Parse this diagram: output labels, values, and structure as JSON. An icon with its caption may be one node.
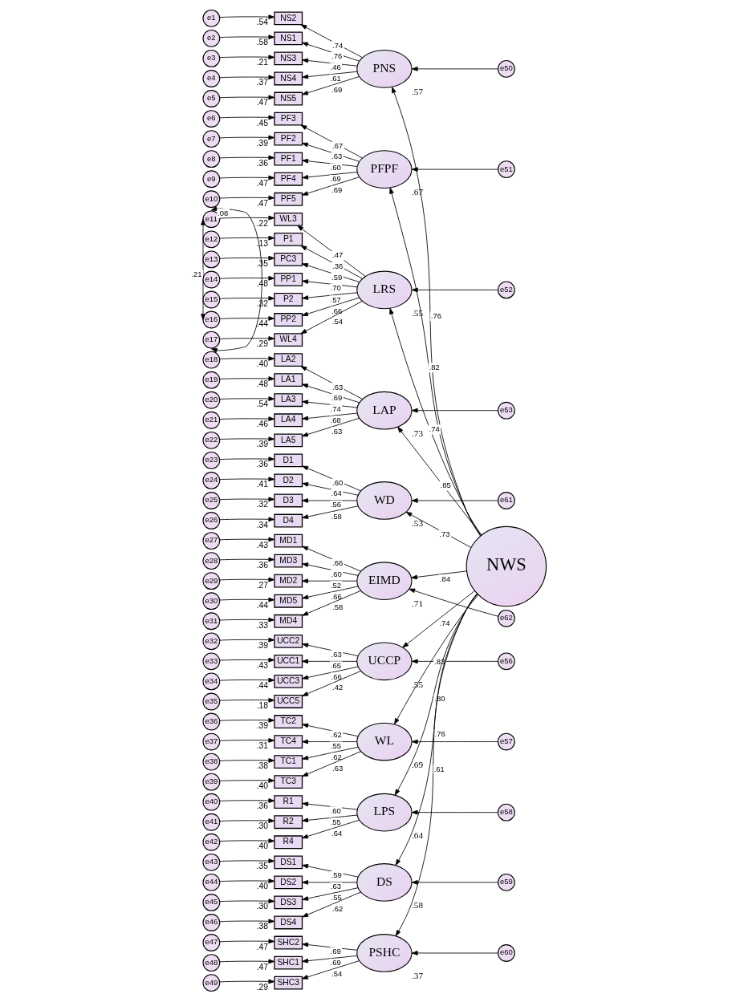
{
  "diagram": {
    "nodes": [
      {
        "text": [
          "e1"
        ]
      },
      {
        "text": [
          "e2"
        ]
      },
      {
        "text": [
          "e3"
        ]
      },
      {
        "text": [
          "e4"
        ]
      },
      {
        "text": [
          "e5"
        ]
      },
      {
        "text": [
          "NS2"
        ],
        "beside": [
          ".54"
        ]
      },
      {
        "text": [
          "NS1"
        ],
        "beside": [
          ".58"
        ]
      },
      {
        "text": [
          "NS3"
        ],
        "beside": [
          ".21"
        ]
      },
      {
        "text": [
          "NS4"
        ],
        "beside": [
          ".37"
        ]
      },
      {
        "text": [
          "NS5"
        ],
        "beside": [
          ".47"
        ]
      },
      {
        "text": [
          "e50"
        ]
      },
      {
        "text": [
          "PNS"
        ],
        "beside": [
          ".57"
        ]
      },
      {
        "text": [
          "e6"
        ]
      },
      {
        "text": [
          "e7"
        ]
      },
      {
        "text": [
          "e8"
        ]
      },
      {
        "text": [
          "e9"
        ]
      },
      {
        "text": [
          "e10"
        ]
      },
      {
        "text": [
          "PF3"
        ],
        "beside": [
          ".45"
        ]
      },
      {
        "text": [
          "PF2"
        ],
        "beside": [
          ".39"
        ]
      },
      {
        "text": [
          "PF1"
        ],
        "beside": [
          ".36"
        ]
      },
      {
        "text": [
          "PF4"
        ],
        "beside": [
          ".47"
        ]
      },
      {
        "text": [
          "PF5"
        ],
        "beside": [
          ".47"
        ]
      },
      {
        "text": [
          "e51"
        ]
      },
      {
        "text": [
          "PFPF"
        ],
        "beside": [
          ".67"
        ]
      },
      {
        "text": [
          "e11"
        ]
      },
      {
        "text": [
          "e12"
        ]
      },
      {
        "text": [
          "e13"
        ]
      },
      {
        "text": [
          "e14"
        ]
      },
      {
        "text": [
          "e15"
        ]
      },
      {
        "text": [
          "e16"
        ]
      },
      {
        "text": [
          "e17"
        ]
      },
      {
        "text": [
          "WL3"
        ],
        "beside": [
          ".22"
        ]
      },
      {
        "text": [
          "P1"
        ],
        "beside": [
          ".13"
        ]
      },
      {
        "text": [
          "PC3"
        ],
        "beside": [
          ".35"
        ]
      },
      {
        "text": [
          "PP1"
        ],
        "beside": [
          ".48"
        ]
      },
      {
        "text": [
          "P2"
        ],
        "beside": [
          ".32"
        ]
      },
      {
        "text": [
          "PP2"
        ],
        "beside": [
          ".44"
        ]
      },
      {
        "text": [
          "WL4"
        ],
        "beside": [
          ".29"
        ]
      },
      {
        "text": [
          "e52"
        ]
      },
      {
        "text": [
          "LRS"
        ],
        "beside": [
          ".55"
        ]
      },
      {
        "text": [
          "e18"
        ]
      },
      {
        "text": [
          "e19"
        ]
      },
      {
        "text": [
          "e20"
        ]
      },
      {
        "text": [
          "e21"
        ]
      },
      {
        "text": [
          "e22"
        ]
      },
      {
        "text": [
          "LA2"
        ],
        "beside": [
          ".40"
        ]
      },
      {
        "text": [
          "LA1"
        ],
        "beside": [
          ".48"
        ]
      },
      {
        "text": [
          "LA3"
        ],
        "beside": [
          ".54"
        ]
      },
      {
        "text": [
          "LA4"
        ],
        "beside": [
          ".46"
        ]
      },
      {
        "text": [
          "LA5"
        ],
        "beside": [
          ".39"
        ]
      },
      {
        "text": [
          "e53"
        ]
      },
      {
        "text": [
          "LAP"
        ],
        "beside": [
          ".73"
        ]
      },
      {
        "text": [
          "e23"
        ]
      },
      {
        "text": [
          "e24"
        ]
      },
      {
        "text": [
          "e25"
        ]
      },
      {
        "text": [
          "e26"
        ]
      },
      {
        "text": [
          "D1"
        ],
        "beside": [
          ".36"
        ]
      },
      {
        "text": [
          "D2"
        ],
        "beside": [
          ".41"
        ]
      },
      {
        "text": [
          "D3"
        ],
        "beside": [
          ".32"
        ]
      },
      {
        "text": [
          "D4"
        ],
        "beside": [
          ".34"
        ]
      },
      {
        "text": [
          "e61"
        ]
      },
      {
        "text": [
          "WD"
        ],
        "beside": [
          ".53"
        ]
      },
      {
        "text": [
          "e27"
        ]
      },
      {
        "text": [
          "e28"
        ]
      },
      {
        "text": [
          "e29"
        ]
      },
      {
        "text": [
          "e30"
        ]
      },
      {
        "text": [
          "e31"
        ]
      },
      {
        "text": [
          "MD1"
        ],
        "beside": [
          ".43"
        ]
      },
      {
        "text": [
          "MD3"
        ],
        "beside": [
          ".36"
        ]
      },
      {
        "text": [
          "MD2"
        ],
        "beside": [
          ".27"
        ]
      },
      {
        "text": [
          "MD5"
        ],
        "beside": [
          ".44"
        ]
      },
      {
        "text": [
          "MD4"
        ],
        "beside": [
          ".33"
        ]
      },
      {
        "text": [
          "e62"
        ]
      },
      {
        "text": [
          "EIMD"
        ],
        "beside": [
          ".71"
        ]
      },
      {
        "text": [
          "e32"
        ]
      },
      {
        "text": [
          "e33"
        ]
      },
      {
        "text": [
          "e34"
        ]
      },
      {
        "text": [
          "e35"
        ]
      },
      {
        "text": [
          "UCC2"
        ],
        "beside": [
          ".39"
        ]
      },
      {
        "text": [
          "UCC1"
        ],
        "beside": [
          ".43"
        ]
      },
      {
        "text": [
          "UCC3"
        ],
        "beside": [
          ".44"
        ]
      },
      {
        "text": [
          "UCC5"
        ],
        "beside": [
          ".18"
        ]
      },
      {
        "text": [
          "e56"
        ]
      },
      {
        "text": [
          "UCCP"
        ],
        "beside": [
          ".55"
        ]
      },
      {
        "text": [
          "e36"
        ]
      },
      {
        "text": [
          "e37"
        ]
      },
      {
        "text": [
          "e38"
        ]
      },
      {
        "text": [
          "e39"
        ]
      },
      {
        "text": [
          "TC2"
        ],
        "beside": [
          ".39"
        ]
      },
      {
        "text": [
          "TC4"
        ],
        "beside": [
          ".31"
        ]
      },
      {
        "text": [
          "TC1"
        ],
        "beside": [
          ".38"
        ]
      },
      {
        "text": [
          "TC3"
        ],
        "beside": [
          ".40"
        ]
      },
      {
        "text": [
          "e57"
        ]
      },
      {
        "text": [
          "WL"
        ],
        "beside": [
          ".69"
        ]
      },
      {
        "text": [
          "e40"
        ]
      },
      {
        "text": [
          "e41"
        ]
      },
      {
        "text": [
          "e42"
        ]
      },
      {
        "text": [
          "R1"
        ],
        "beside": [
          ".36"
        ]
      },
      {
        "text": [
          "R2"
        ],
        "beside": [
          ".30"
        ]
      },
      {
        "text": [
          "R4"
        ],
        "beside": [
          ".40"
        ]
      },
      {
        "text": [
          "e58"
        ]
      },
      {
        "text": [
          "LPS"
        ],
        "beside": [
          ".64"
        ]
      },
      {
        "text": [
          "e43"
        ]
      },
      {
        "text": [
          "e44"
        ]
      },
      {
        "text": [
          "e45"
        ]
      },
      {
        "text": [
          "e46"
        ]
      },
      {
        "text": [
          "DS1"
        ],
        "beside": [
          ".35"
        ]
      },
      {
        "text": [
          "DS2"
        ],
        "beside": [
          ".40"
        ]
      },
      {
        "text": [
          "DS3"
        ],
        "beside": [
          ".30"
        ]
      },
      {
        "text": [
          "DS4"
        ],
        "beside": [
          ".38"
        ]
      },
      {
        "text": [
          "e59"
        ]
      },
      {
        "text": [
          "DS"
        ],
        "beside": [
          ".58"
        ]
      },
      {
        "text": [
          "e47"
        ]
      },
      {
        "text": [
          "e48"
        ]
      },
      {
        "text": [
          "e49"
        ]
      },
      {
        "text": [
          "SHC2"
        ],
        "beside": [
          ".47"
        ]
      },
      {
        "text": [
          "SHC1"
        ],
        "beside": [
          ".47"
        ]
      },
      {
        "text": [
          "SHC3"
        ],
        "beside": [
          ".29"
        ]
      },
      {
        "text": [
          "e60"
        ]
      },
      {
        "text": [
          "PSHC"
        ],
        "beside": [
          ".37"
        ]
      },
      {
        "text": [
          "NWS"
        ]
      }
    ],
    "edges": [
      {
        "from": 0,
        "to": 5,
        "arrow": "to"
      },
      {
        "from": 1,
        "to": 6,
        "arrow": "to"
      },
      {
        "from": 2,
        "to": 7,
        "arrow": "to"
      },
      {
        "from": 3,
        "to": 8,
        "arrow": "to"
      },
      {
        "from": 4,
        "to": 9,
        "arrow": "to"
      },
      {
        "from": 11,
        "to": 5,
        "arrow": "to",
        "label": ".74"
      },
      {
        "from": 11,
        "to": 6,
        "arrow": "to",
        "label": ".76"
      },
      {
        "from": 11,
        "to": 7,
        "arrow": "to",
        "label": ".46"
      },
      {
        "from": 11,
        "to": 8,
        "arrow": "to",
        "label": ".61"
      },
      {
        "from": 11,
        "to": 9,
        "arrow": "to",
        "label": ".69"
      },
      {
        "from": 10,
        "to": 11,
        "arrow": "to"
      },
      {
        "from": 12,
        "to": 17,
        "arrow": "to"
      },
      {
        "from": 13,
        "to": 18,
        "arrow": "to"
      },
      {
        "from": 14,
        "to": 19,
        "arrow": "to"
      },
      {
        "from": 15,
        "to": 20,
        "arrow": "to"
      },
      {
        "from": 16,
        "to": 21,
        "arrow": "to"
      },
      {
        "from": 23,
        "to": 17,
        "arrow": "to",
        "label": ".67"
      },
      {
        "from": 23,
        "to": 18,
        "arrow": "to",
        "label": ".63"
      },
      {
        "from": 23,
        "to": 19,
        "arrow": "to",
        "label": ".60"
      },
      {
        "from": 23,
        "to": 20,
        "arrow": "to",
        "label": ".69"
      },
      {
        "from": 23,
        "to": 21,
        "arrow": "to",
        "label": ".69"
      },
      {
        "from": 22,
        "to": 23,
        "arrow": "to"
      },
      {
        "from": 24,
        "to": 31,
        "arrow": "to"
      },
      {
        "from": 25,
        "to": 32,
        "arrow": "to"
      },
      {
        "from": 26,
        "to": 33,
        "arrow": "to"
      },
      {
        "from": 27,
        "to": 34,
        "arrow": "to"
      },
      {
        "from": 28,
        "to": 35,
        "arrow": "to"
      },
      {
        "from": 29,
        "to": 36,
        "arrow": "to"
      },
      {
        "from": 30,
        "to": 37,
        "arrow": "to"
      },
      {
        "from": 39,
        "to": 31,
        "arrow": "to",
        "label": ".47"
      },
      {
        "from": 39,
        "to": 32,
        "arrow": "to",
        "label": ".36"
      },
      {
        "from": 39,
        "to": 33,
        "arrow": "to",
        "label": ".59"
      },
      {
        "from": 39,
        "to": 34,
        "arrow": "to",
        "label": ".70"
      },
      {
        "from": 39,
        "to": 35,
        "arrow": "to",
        "label": ".57"
      },
      {
        "from": 39,
        "to": 36,
        "arrow": "to",
        "label": ".66"
      },
      {
        "from": 39,
        "to": 37,
        "arrow": "to",
        "label": ".54"
      },
      {
        "from": 38,
        "to": 39,
        "arrow": "to"
      },
      {
        "from": 24,
        "to": 29,
        "arrow": "both",
        "label": ".21"
      },
      {
        "from": 24,
        "to": 30,
        "arrow": "both",
        "label": ".08"
      },
      {
        "from": 40,
        "to": 45,
        "arrow": "to"
      },
      {
        "from": 41,
        "to": 46,
        "arrow": "to"
      },
      {
        "from": 42,
        "to": 47,
        "arrow": "to"
      },
      {
        "from": 43,
        "to": 48,
        "arrow": "to"
      },
      {
        "from": 44,
        "to": 49,
        "arrow": "to"
      },
      {
        "from": 51,
        "to": 45,
        "arrow": "to",
        "label": ".63"
      },
      {
        "from": 51,
        "to": 46,
        "arrow": "to",
        "label": ".69"
      },
      {
        "from": 51,
        "to": 47,
        "arrow": "to",
        "label": ".74"
      },
      {
        "from": 51,
        "to": 48,
        "arrow": "to",
        "label": ".68"
      },
      {
        "from": 51,
        "to": 49,
        "arrow": "to",
        "label": ".63"
      },
      {
        "from": 50,
        "to": 51,
        "arrow": "to"
      },
      {
        "from": 52,
        "to": 56,
        "arrow": "to"
      },
      {
        "from": 53,
        "to": 57,
        "arrow": "to"
      },
      {
        "from": 54,
        "to": 58,
        "arrow": "to"
      },
      {
        "from": 55,
        "to": 59,
        "arrow": "to"
      },
      {
        "from": 61,
        "to": 56,
        "arrow": "to",
        "label": ".60"
      },
      {
        "from": 61,
        "to": 57,
        "arrow": "to",
        "label": ".64"
      },
      {
        "from": 61,
        "to": 58,
        "arrow": "to",
        "label": ".56"
      },
      {
        "from": 61,
        "to": 59,
        "arrow": "to",
        "label": ".58"
      },
      {
        "from": 60,
        "to": 61,
        "arrow": "to"
      },
      {
        "from": 62,
        "to": 67,
        "arrow": "to"
      },
      {
        "from": 63,
        "to": 68,
        "arrow": "to"
      },
      {
        "from": 64,
        "to": 69,
        "arrow": "to"
      },
      {
        "from": 65,
        "to": 70,
        "arrow": "to"
      },
      {
        "from": 66,
        "to": 71,
        "arrow": "to"
      },
      {
        "from": 73,
        "to": 67,
        "arrow": "to",
        "label": ".66"
      },
      {
        "from": 73,
        "to": 68,
        "arrow": "to",
        "label": ".60"
      },
      {
        "from": 73,
        "to": 69,
        "arrow": "to",
        "label": ".52"
      },
      {
        "from": 73,
        "to": 70,
        "arrow": "to",
        "label": ".66"
      },
      {
        "from": 73,
        "to": 71,
        "arrow": "to",
        "label": ".58"
      },
      {
        "from": 72,
        "to": 73,
        "arrow": "to"
      },
      {
        "from": 74,
        "to": 78,
        "arrow": "to"
      },
      {
        "from": 75,
        "to": 79,
        "arrow": "to"
      },
      {
        "from": 76,
        "to": 80,
        "arrow": "to"
      },
      {
        "from": 77,
        "to": 81,
        "arrow": "to"
      },
      {
        "from": 83,
        "to": 78,
        "arrow": "to",
        "label": ".63"
      },
      {
        "from": 83,
        "to": 79,
        "arrow": "to",
        "label": ".65"
      },
      {
        "from": 83,
        "to": 80,
        "arrow": "to",
        "label": ".66"
      },
      {
        "from": 83,
        "to": 81,
        "arrow": "to",
        "label": ".42"
      },
      {
        "from": 82,
        "to": 83,
        "arrow": "to"
      },
      {
        "from": 84,
        "to": 88,
        "arrow": "to"
      },
      {
        "from": 85,
        "to": 89,
        "arrow": "to"
      },
      {
        "from": 86,
        "to": 90,
        "arrow": "to"
      },
      {
        "from": 87,
        "to": 91,
        "arrow": "to"
      },
      {
        "from": 93,
        "to": 88,
        "arrow": "to",
        "label": ".62"
      },
      {
        "from": 93,
        "to": 89,
        "arrow": "to",
        "label": ".55"
      },
      {
        "from": 93,
        "to": 90,
        "arrow": "to",
        "label": ".62"
      },
      {
        "from": 93,
        "to": 91,
        "arrow": "to",
        "label": ".63"
      },
      {
        "from": 92,
        "to": 93,
        "arrow": "to"
      },
      {
        "from": 94,
        "to": 97,
        "arrow": "to"
      },
      {
        "from": 95,
        "to": 98,
        "arrow": "to"
      },
      {
        "from": 96,
        "to": 99,
        "arrow": "to"
      },
      {
        "from": 101,
        "to": 97,
        "arrow": "to",
        "label": ".60"
      },
      {
        "from": 101,
        "to": 98,
        "arrow": "to",
        "label": ".55"
      },
      {
        "from": 101,
        "to": 99,
        "arrow": "to",
        "label": ".64"
      },
      {
        "from": 100,
        "to": 101,
        "arrow": "to"
      },
      {
        "from": 102,
        "to": 106,
        "arrow": "to"
      },
      {
        "from": 103,
        "to": 107,
        "arrow": "to"
      },
      {
        "from": 104,
        "to": 108,
        "arrow": "to"
      },
      {
        "from": 105,
        "to": 109,
        "arrow": "to"
      },
      {
        "from": 111,
        "to": 106,
        "arrow": "to",
        "label": ".59"
      },
      {
        "from": 111,
        "to": 107,
        "arrow": "to",
        "label": ".63"
      },
      {
        "from": 111,
        "to": 108,
        "arrow": "to",
        "label": ".55"
      },
      {
        "from": 111,
        "to": 109,
        "arrow": "to",
        "label": ".62"
      },
      {
        "from": 110,
        "to": 111,
        "arrow": "to"
      },
      {
        "from": 112,
        "to": 115,
        "arrow": "to"
      },
      {
        "from": 113,
        "to": 116,
        "arrow": "to"
      },
      {
        "from": 114,
        "to": 117,
        "arrow": "to"
      },
      {
        "from": 119,
        "to": 115,
        "arrow": "to",
        "label": ".69"
      },
      {
        "from": 119,
        "to": 116,
        "arrow": "to",
        "label": ".69"
      },
      {
        "from": 119,
        "to": 117,
        "arrow": "to",
        "label": ".54"
      },
      {
        "from": 118,
        "to": 119,
        "arrow": "to"
      },
      {
        "from": 120,
        "to": 11,
        "arrow": "to",
        "label": ".76"
      },
      {
        "from": 120,
        "to": 23,
        "arrow": "to",
        "label": ".82"
      },
      {
        "from": 120,
        "to": 39,
        "arrow": "to",
        "label": ".74"
      },
      {
        "from": 120,
        "to": 51,
        "arrow": "to",
        "label": ".85"
      },
      {
        "from": 120,
        "to": 61,
        "arrow": "to",
        "label": ".73"
      },
      {
        "from": 120,
        "to": 73,
        "arrow": "to",
        "label": ".84"
      },
      {
        "from": 120,
        "to": 83,
        "arrow": "to",
        "label": ".74"
      },
      {
        "from": 120,
        "to": 93,
        "arrow": "to",
        "label": ".83"
      },
      {
        "from": 120,
        "to": 101,
        "arrow": "to",
        "label": ".80"
      },
      {
        "from": 120,
        "to": 111,
        "arrow": "to",
        "label": ".76"
      },
      {
        "from": 120,
        "to": 119,
        "arrow": "to",
        "label": ".61"
      }
    ]
  }
}
